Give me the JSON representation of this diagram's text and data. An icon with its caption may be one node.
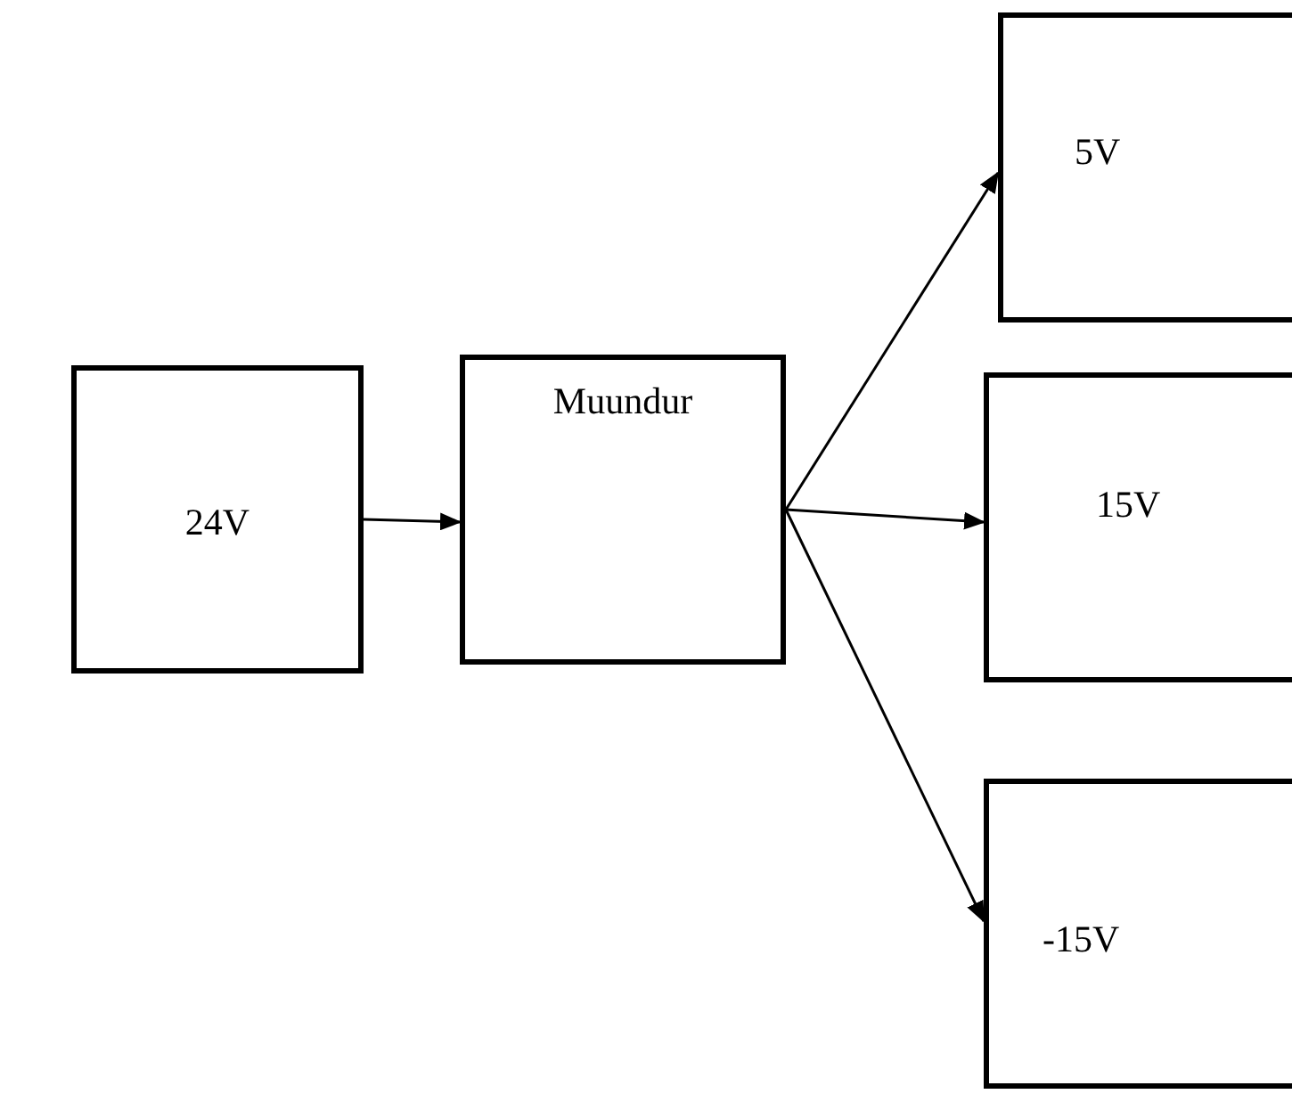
{
  "diagram": {
    "nodes": [
      {
        "text": [
          "24V"
        ]
      },
      {
        "text": [
          "Muundur"
        ]
      },
      {
        "text": [
          "5V"
        ]
      },
      {
        "text": [
          "15V"
        ]
      },
      {
        "text": [
          "-15V"
        ]
      }
    ],
    "edges": [
      {
        "from": 0,
        "to": 1,
        "arrow": "to"
      },
      {
        "from": 1,
        "to": 2,
        "arrow": "to"
      },
      {
        "from": 1,
        "to": 3,
        "arrow": "to"
      },
      {
        "from": 1,
        "to": 4,
        "arrow": "to"
      }
    ]
  }
}
